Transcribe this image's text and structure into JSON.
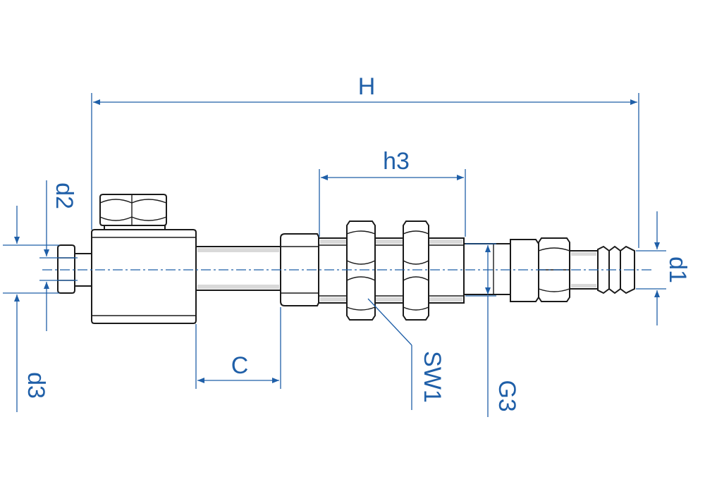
{
  "labels": {
    "H": "H",
    "h3": "h3",
    "d1": "d1",
    "d2": "d2",
    "d3": "d3",
    "C": "C",
    "SW1": "SW1",
    "G3": "G3"
  },
  "colors": {
    "dimension": "#1f5fa8",
    "outline": "#1a1a1a",
    "shading": "#d9d9d9"
  }
}
